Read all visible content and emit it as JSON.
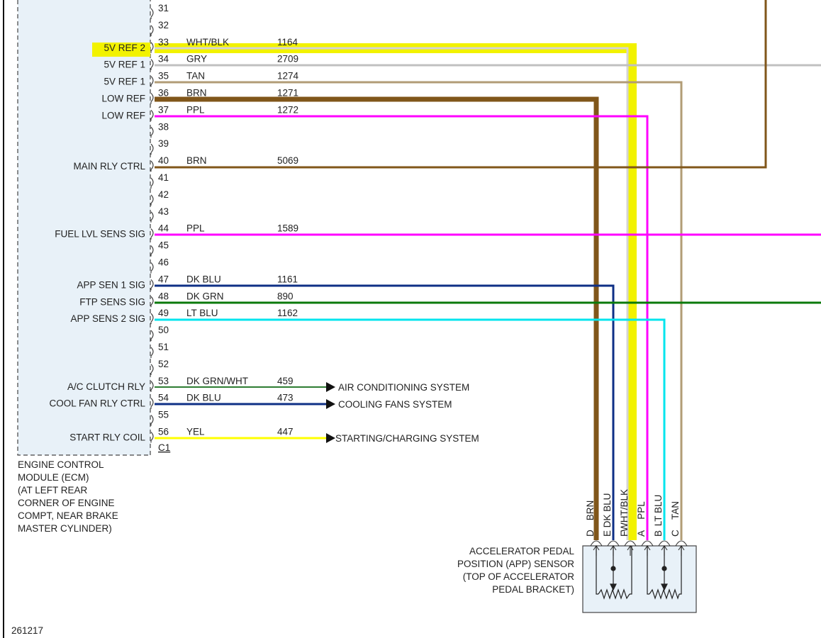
{
  "ecm": {
    "connector": "C1",
    "description": [
      "ENGINE CONTROL",
      "MODULE (ECM)",
      "(AT LEFT REAR",
      "CORNER OF ENGINE",
      "COMPT, NEAR BRAKE",
      "MASTER CYLINDER)"
    ]
  },
  "pins": [
    {
      "pin": "31",
      "label": "",
      "color": "",
      "circuit": ""
    },
    {
      "pin": "32",
      "label": "",
      "color": "",
      "circuit": ""
    },
    {
      "pin": "33",
      "label": "5V REF 2",
      "color": "WHT/BLK",
      "circuit": "1164",
      "highlight": true
    },
    {
      "pin": "34",
      "label": "5V REF 1",
      "color": "GRY",
      "circuit": "2709"
    },
    {
      "pin": "35",
      "label": "5V REF 1",
      "color": "TAN",
      "circuit": "1274"
    },
    {
      "pin": "36",
      "label": "LOW REF",
      "color": "BRN",
      "circuit": "1271"
    },
    {
      "pin": "37",
      "label": "LOW REF",
      "color": "PPL",
      "circuit": "1272"
    },
    {
      "pin": "38",
      "label": "",
      "color": "",
      "circuit": ""
    },
    {
      "pin": "39",
      "label": "",
      "color": "",
      "circuit": ""
    },
    {
      "pin": "40",
      "label": "MAIN RLY CTRL",
      "color": "BRN",
      "circuit": "5069"
    },
    {
      "pin": "41",
      "label": "",
      "color": "",
      "circuit": ""
    },
    {
      "pin": "42",
      "label": "",
      "color": "",
      "circuit": ""
    },
    {
      "pin": "43",
      "label": "",
      "color": "",
      "circuit": ""
    },
    {
      "pin": "44",
      "label": "FUEL LVL SENS SIG",
      "color": "PPL",
      "circuit": "1589"
    },
    {
      "pin": "45",
      "label": "",
      "color": "",
      "circuit": ""
    },
    {
      "pin": "46",
      "label": "",
      "color": "",
      "circuit": ""
    },
    {
      "pin": "47",
      "label": "APP SEN 1 SIG",
      "color": "DK BLU",
      "circuit": "1161"
    },
    {
      "pin": "48",
      "label": "FTP SENS SIG",
      "color": "DK GRN",
      "circuit": "890"
    },
    {
      "pin": "49",
      "label": "APP SENS 2 SIG",
      "color": "LT BLU",
      "circuit": "1162"
    },
    {
      "pin": "50",
      "label": "",
      "color": "",
      "circuit": ""
    },
    {
      "pin": "51",
      "label": "",
      "color": "",
      "circuit": ""
    },
    {
      "pin": "52",
      "label": "",
      "color": "",
      "circuit": ""
    },
    {
      "pin": "53",
      "label": "A/C CLUTCH RLY",
      "color": "DK GRN/WHT",
      "circuit": "459"
    },
    {
      "pin": "54",
      "label": "COOL FAN RLY CTRL",
      "color": "DK BLU",
      "circuit": "473"
    },
    {
      "pin": "55",
      "label": "",
      "color": "",
      "circuit": ""
    },
    {
      "pin": "56",
      "label": "START RLY COIL",
      "color": "YEL",
      "circuit": "447"
    }
  ],
  "destinations": [
    {
      "pin": "53",
      "label": "AIR CONDITIONING SYSTEM"
    },
    {
      "pin": "54",
      "label": "COOLING FANS SYSTEM"
    },
    {
      "pin": "56",
      "label": "STARTING/CHARGING SYSTEM"
    }
  ],
  "sensor": {
    "label": [
      "ACCELERATOR PEDAL",
      "POSITION (APP) SENSOR",
      "(TOP OF ACCELERATOR",
      "PEDAL BRACKET)"
    ],
    "terminals": [
      {
        "terminal": "D",
        "color": "BRN"
      },
      {
        "terminal": "E",
        "color": "DK BLU"
      },
      {
        "terminal": "F",
        "color": "WHT/BLK"
      },
      {
        "terminal": "A",
        "color": "PPL"
      },
      {
        "terminal": "B",
        "color": "LT BLU"
      },
      {
        "terminal": "C",
        "color": "TAN"
      }
    ]
  },
  "footer_id": "261217",
  "wire_colors": {
    "WHT/BLK": "#ffff00",
    "GRY": "#c0c0c0",
    "TAN": "#b29c76",
    "BRN": "#80561a",
    "PPL": "#ff00ff",
    "DK BLU": "#0e2f86",
    "DK GRN": "#0b7a0b",
    "LT BLU": "#00e5ee",
    "DK GRN/WHT": "#2e7d32",
    "YEL": "#ffff00",
    "highlight": "#f2f200"
  }
}
